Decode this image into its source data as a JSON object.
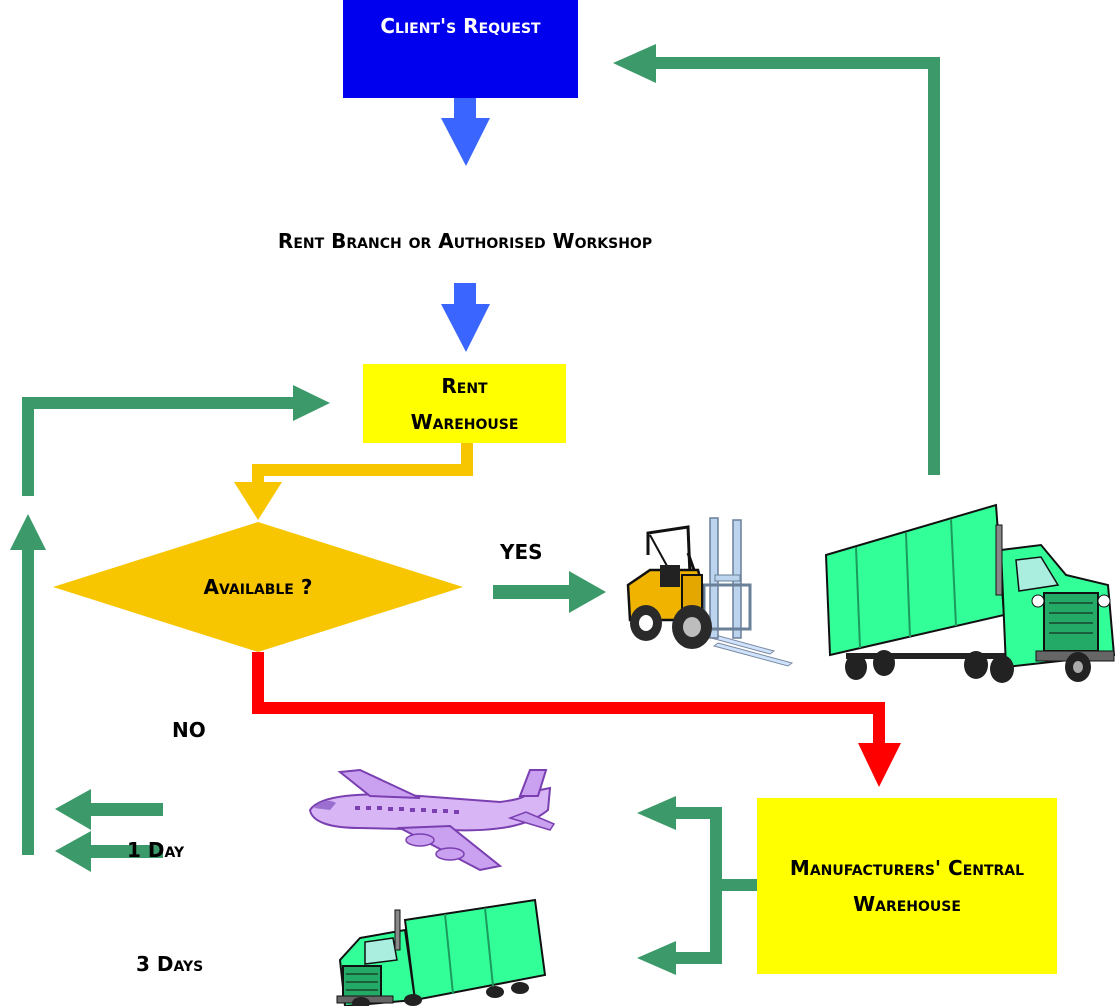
{
  "nodes": {
    "client_request": "Client's Request",
    "rent_branch": "Rent Branch or Authorised Workshop",
    "rent_warehouse": "Rent Warehouse",
    "available": "Available ?",
    "manufacturers_warehouse": "Manufacturers' Central Warehouse"
  },
  "edges": {
    "yes": "YES",
    "no": "NO",
    "one_day": "1 Day",
    "three_days": "3 Days"
  },
  "colors": {
    "client_box": "#0000ee",
    "warehouse_box": "#ffff00",
    "decision": "#f7c600",
    "arrow_blue": "#3a66ff",
    "arrow_green": "#3c9a6a",
    "arrow_orange": "#f7c600",
    "arrow_red": "#ff0000",
    "truck_green": "#33ff99"
  },
  "icons": {
    "forklift": "forklift-icon",
    "truck_large": "truck-icon",
    "airplane": "airplane-icon",
    "truck_small": "truck-icon"
  }
}
